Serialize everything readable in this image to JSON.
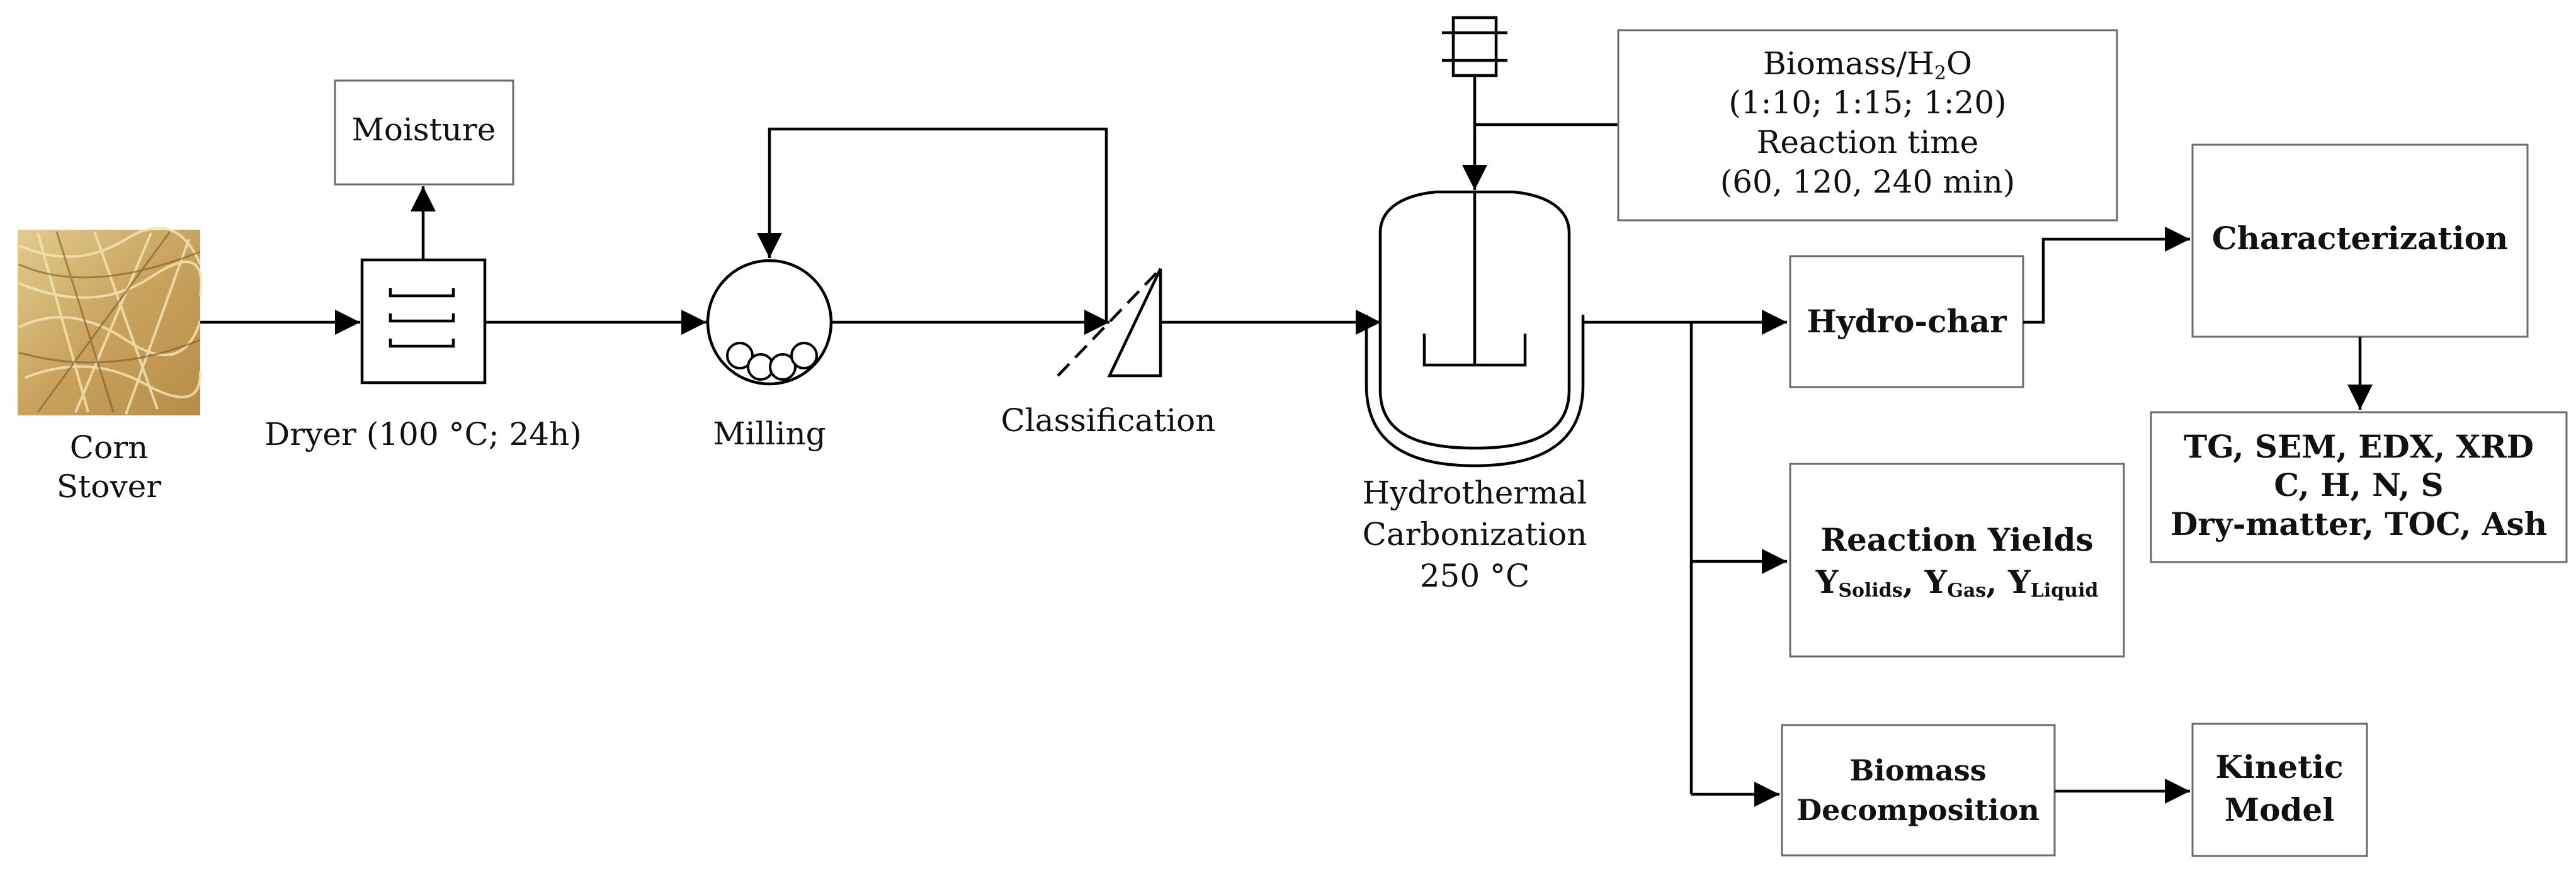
{
  "feed": {
    "label_lines": [
      "Corn",
      "Stover"
    ],
    "photo_alt": "corn-stover-photo"
  },
  "dryer": {
    "label": "Dryer (100 °C; 24h)",
    "output": "Moisture"
  },
  "milling": {
    "label": "Milling"
  },
  "classification": {
    "label": "Classification"
  },
  "reactor": {
    "label_lines": [
      "Hydrothermal",
      "Carbonization",
      "250 °C"
    ]
  },
  "conditions": {
    "line1_prefix": "Biomass/H",
    "line1_sub": "2",
    "line1_suffix": "O",
    "line2": "(1:10; 1:15; 1:20)",
    "line3": "Reaction time",
    "line4": "(60, 120, 240 min)"
  },
  "hydrochar": {
    "label": "Hydro-char"
  },
  "characterization": {
    "label": "Characterization",
    "analyses": [
      "TG, SEM, EDX, XRD",
      "C, H, N, S",
      "Dry-matter, TOC, Ash"
    ]
  },
  "yields": {
    "title": "Reaction Yields",
    "y": "Y",
    "solids_sub": "Solids",
    "gas_sub": "Gas",
    "liquid_sub": "Liquid",
    "sep": ", "
  },
  "decomposition": {
    "label_lines": [
      "Biomass",
      "Decomposition"
    ]
  },
  "kinetic": {
    "label_lines": [
      "Kinetic",
      "Model"
    ]
  },
  "colors": {
    "line": "#000000",
    "box_border": "#6b6b6b",
    "straw_light": "#d9bf7f",
    "straw_dark": "#8a6a34"
  }
}
